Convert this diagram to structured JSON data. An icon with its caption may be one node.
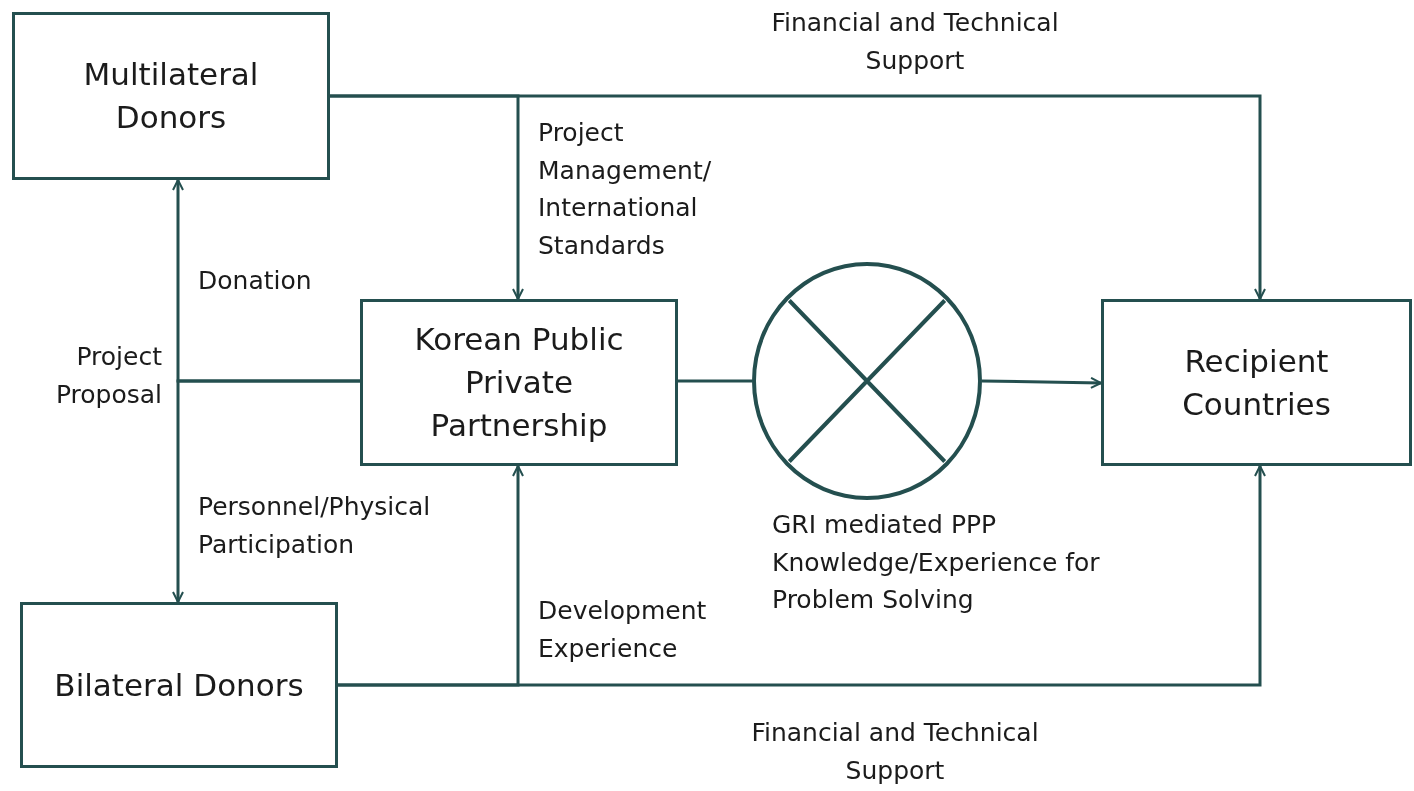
{
  "diagram": {
    "nodes": [
      {
        "text": [
          "Multilateral Donors"
        ]
      },
      {
        "text": [
          "Korean Public Private Partnership"
        ]
      },
      {
        "text": [],
        "shape": "circle",
        "beside": [
          "GRI mediated PPP Knowledge/Experience for Problem Solving"
        ]
      },
      {
        "text": [
          "Recipient Countries"
        ]
      },
      {
        "text": [
          "Bilateral Donors"
        ]
      }
    ],
    "edges": [
      {
        "from": 0,
        "to": 3,
        "arrow": "to",
        "label": "Financial and Technical Support"
      },
      {
        "from": 0,
        "to": 1,
        "arrow": "to",
        "label": "Project Management/ International Standards"
      },
      {
        "from": 1,
        "to": 0,
        "arrow": "to",
        "label": "Donation"
      },
      {
        "from": 1,
        "to": 4,
        "arrow": "to",
        "label": "Personnel/Physical Participation"
      },
      {
        "from": 1,
        "to": 2,
        "arrow": "none"
      },
      {
        "from": 2,
        "to": 3,
        "arrow": "to"
      },
      {
        "from": 4,
        "to": 3,
        "arrow": "to",
        "label": "Financial and Technical Support"
      },
      {
        "from": 4,
        "to": 1,
        "arrow": "to",
        "label": "Development Experience"
      }
    ],
    "labels": [
      "Project Proposal"
    ]
  }
}
